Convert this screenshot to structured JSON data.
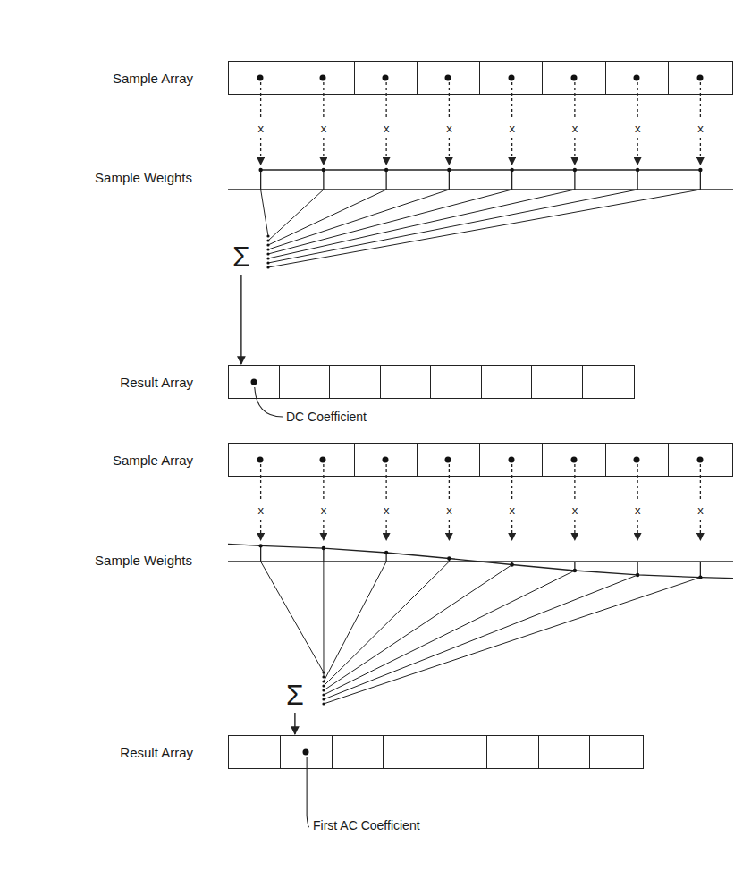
{
  "diagram": {
    "nodes": [
      {
        "text": [
          "Sample Array"
        ]
      },
      {
        "text": [
          "Sample Weights"
        ]
      },
      {
        "text": [
          "Σ"
        ]
      },
      {
        "text": [
          "Result Array"
        ]
      },
      {
        "text": [
          "Sample Array"
        ]
      },
      {
        "text": [
          "Sample Weights"
        ]
      },
      {
        "text": [
          "Σ"
        ]
      },
      {
        "text": [
          "Result Array"
        ]
      }
    ],
    "edges": [
      {
        "from": 2,
        "to": 3,
        "arrow": "to"
      },
      {
        "from": 6,
        "to": 7,
        "arrow": "to"
      }
    ],
    "labels": [
      "x",
      "x",
      "x",
      "x",
      "x",
      "x",
      "x",
      "x",
      "DC Coefficient",
      "x",
      "x",
      "x",
      "x",
      "x",
      "x",
      "x",
      "x",
      "First AC Coefficient"
    ]
  }
}
